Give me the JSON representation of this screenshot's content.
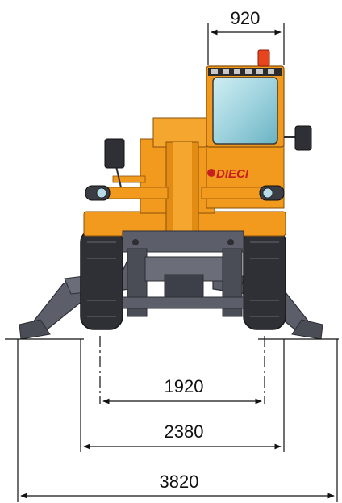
{
  "diagram": {
    "brand_text": "DIECI",
    "dimensions": {
      "cab_width": "920",
      "track_inner": "1920",
      "track_outer": "2380",
      "stabilizer_span": "3820"
    },
    "colors": {
      "body": "#f19a1e",
      "body_shade": "#d97e0c",
      "chassis": "#5c5f6a",
      "chassis_dark": "#3d4048",
      "tyre": "#2f3036",
      "glass": "#9fd3de",
      "brand": "#c81e1e",
      "beacon": "#e8451e",
      "line": "#111111"
    }
  }
}
